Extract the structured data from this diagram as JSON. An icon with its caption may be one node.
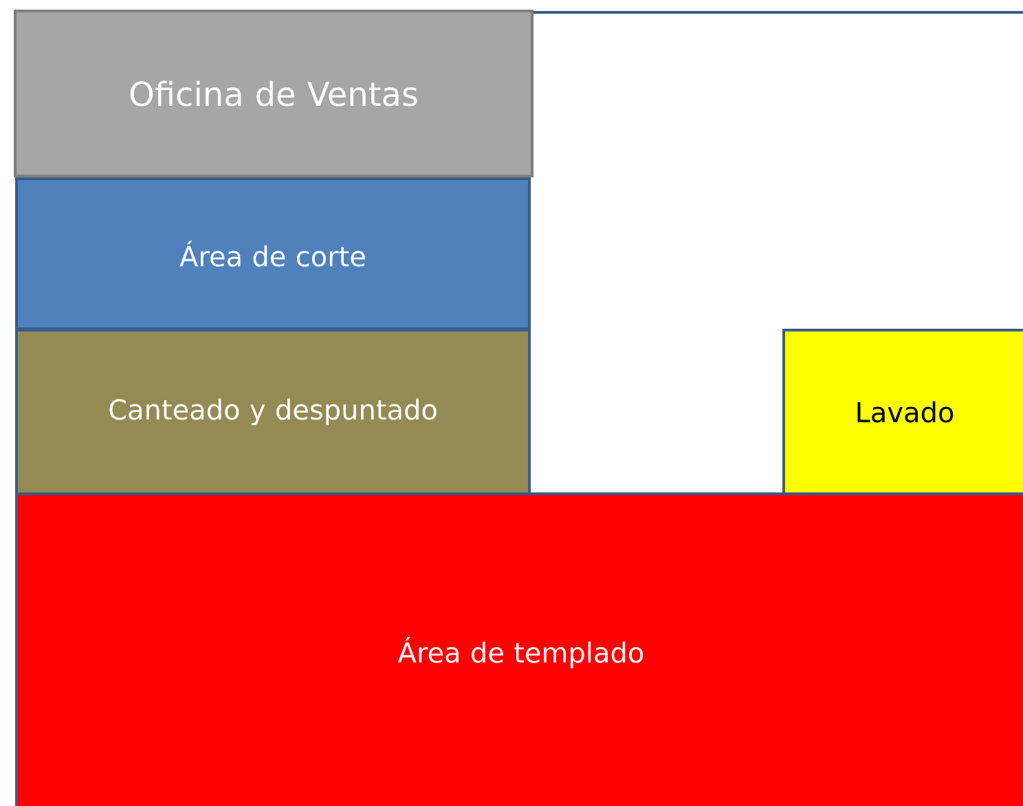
{
  "diagram": {
    "nodes": [
      {
        "text": [
          "Oficina de Ventas"
        ]
      },
      {
        "text": [
          "Área de corte"
        ]
      },
      {
        "text": [
          "Canteado y despuntado"
        ]
      },
      {
        "text": [
          "Lavado"
        ]
      },
      {
        "text": [
          "Área de templado"
        ]
      }
    ]
  }
}
